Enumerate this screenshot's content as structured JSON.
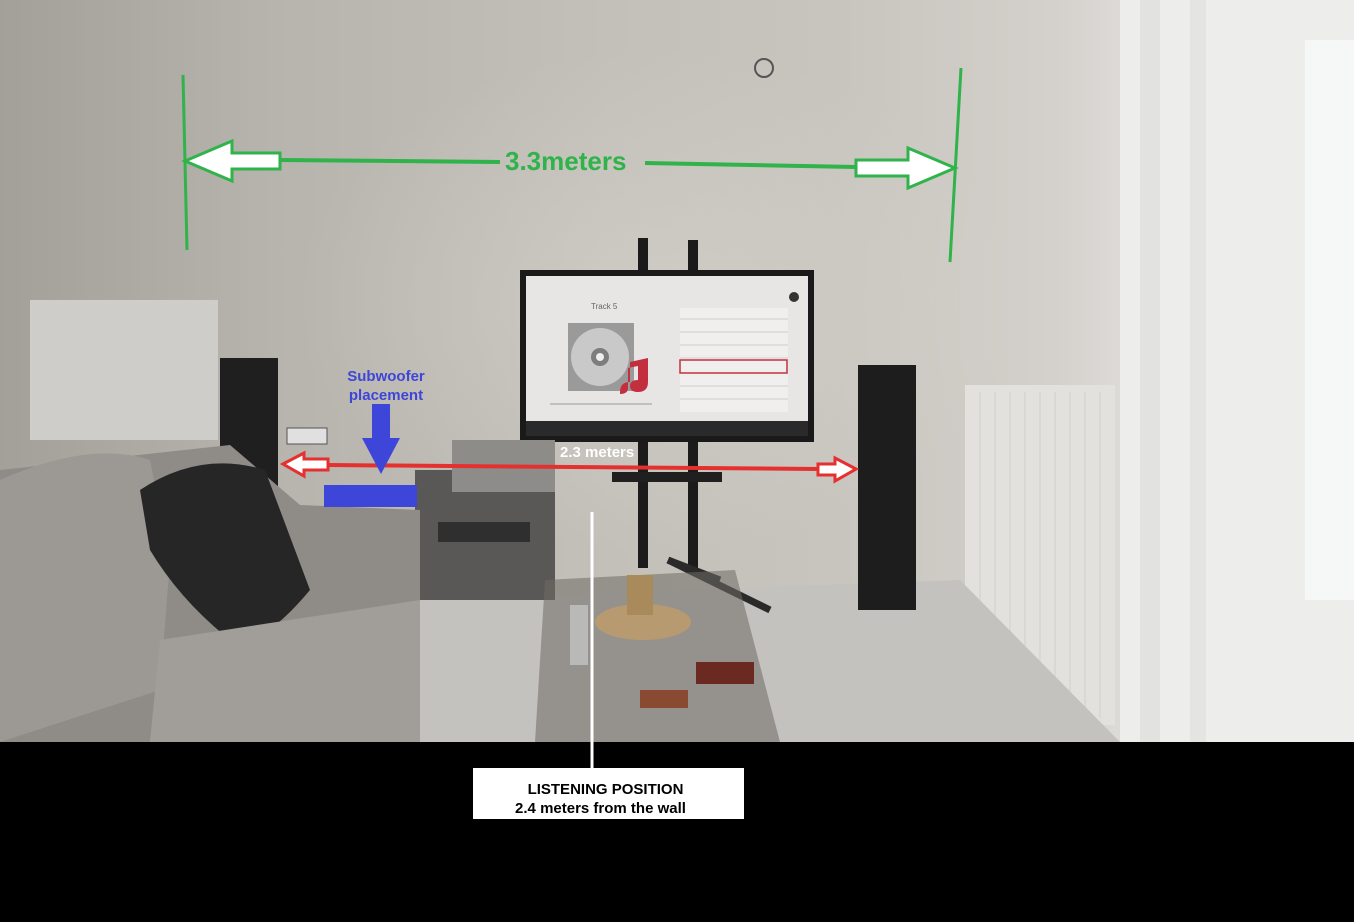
{
  "annotations": {
    "room_width": "3.3meters",
    "subwoofer": "Subwoofer placement",
    "speaker_distance": "2.3 meters",
    "listening_title": "LISTENING POSITION",
    "listening_detail": "2.4 meters from the wall"
  },
  "tv_screen": {
    "now_playing": "Track 5"
  },
  "colors": {
    "width_arrow": "#2fb34a",
    "speaker_arrow": "#e53030",
    "subwoofer": "#3d46d8",
    "label_box": "#ffffff"
  }
}
